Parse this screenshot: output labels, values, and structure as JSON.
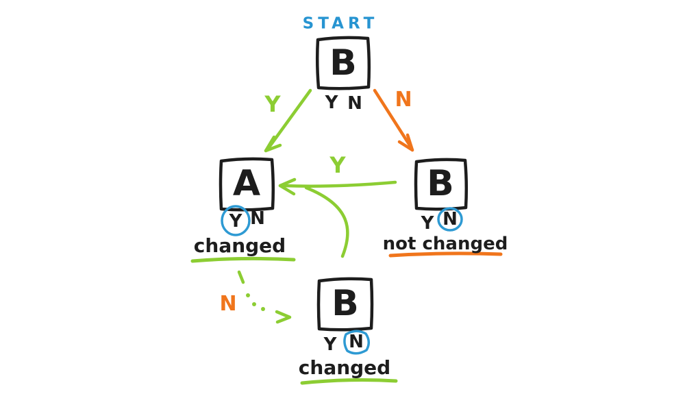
{
  "title": "START",
  "colors": {
    "green": "#8ccd33",
    "orange": "#f0751c",
    "blue": "#2e9ad3",
    "ink": "#1d1d1d",
    "background": "#ffffff"
  },
  "nodes": {
    "top": {
      "letter": "B",
      "y": "Y",
      "n": "N"
    },
    "a": {
      "letter": "A",
      "y": "Y",
      "n": "N",
      "circled": "Y",
      "caption": "changed"
    },
    "right": {
      "letter": "B",
      "y": "Y",
      "n": "N",
      "circled": "N",
      "caption": "not changed"
    },
    "bottom": {
      "letter": "B",
      "y": "Y",
      "n": "N",
      "circled": "N",
      "caption": "changed"
    }
  },
  "edge_labels": {
    "top_to_a": "Y",
    "top_to_right": "N",
    "right_to_a": "Y",
    "a_to_bottom": "N"
  }
}
